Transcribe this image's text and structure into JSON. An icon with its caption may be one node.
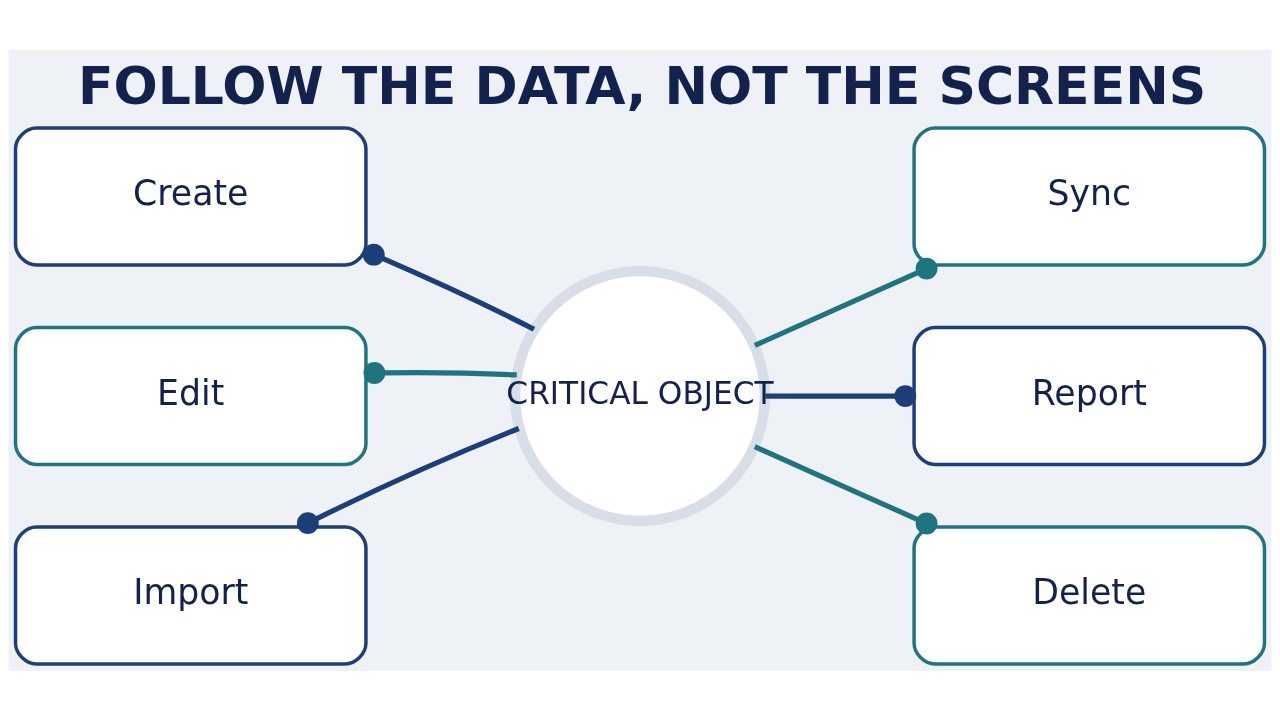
{
  "diagram": {
    "title": "FOLLOW THE DATA, NOT THE SCREENS",
    "nodes": [
      {
        "text": [
          "CRITICAL OBJECT"
        ]
      },
      {
        "text": [
          "Create"
        ]
      },
      {
        "text": [
          "Edit"
        ]
      },
      {
        "text": [
          "Import"
        ]
      },
      {
        "text": [
          "Sync"
        ]
      },
      {
        "text": [
          "Report"
        ]
      },
      {
        "text": [
          "Delete"
        ]
      }
    ],
    "edges": [
      {
        "from": 0,
        "to": 1,
        "arrow": "other",
        "color": "#1c3f7a"
      },
      {
        "from": 0,
        "to": 2,
        "arrow": "other",
        "color": "#1e7580"
      },
      {
        "from": 0,
        "to": 3,
        "arrow": "other",
        "color": "#1c3f7a"
      },
      {
        "from": 0,
        "to": 4,
        "arrow": "other",
        "color": "#1e7580"
      },
      {
        "from": 0,
        "to": 5,
        "arrow": "other",
        "color": "#1c3f7a"
      },
      {
        "from": 0,
        "to": 6,
        "arrow": "other",
        "color": "#1e7580"
      }
    ]
  }
}
